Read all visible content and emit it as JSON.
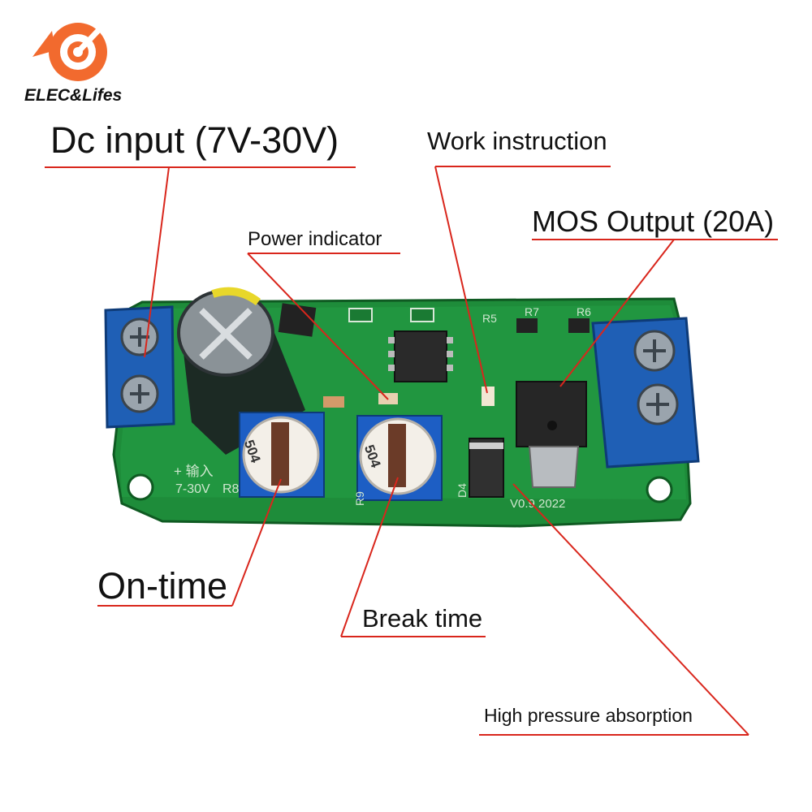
{
  "brand": {
    "name": "ELEC&Lifes",
    "colors": {
      "orange": "#f26a2e",
      "red_line": "#d9261c"
    }
  },
  "labels": {
    "dc_input": "Dc input (7V-30V)",
    "work_instruction": "Work instruction",
    "mos_output": "MOS Output (20A)",
    "power_indicator": "Power indicator",
    "on_time": "On-time",
    "break_time": "Break time",
    "high_pressure": "High pressure absorption"
  },
  "board": {
    "silkscreen": {
      "input": "+ 输入",
      "voltage": "7-30V",
      "r8": "R8",
      "r9": "R9",
      "r5": "R5",
      "r6": "R6",
      "r7": "R7",
      "d4": "D4",
      "version": "V0.9 2022",
      "pot_left": "504",
      "pot_right": "504"
    }
  }
}
